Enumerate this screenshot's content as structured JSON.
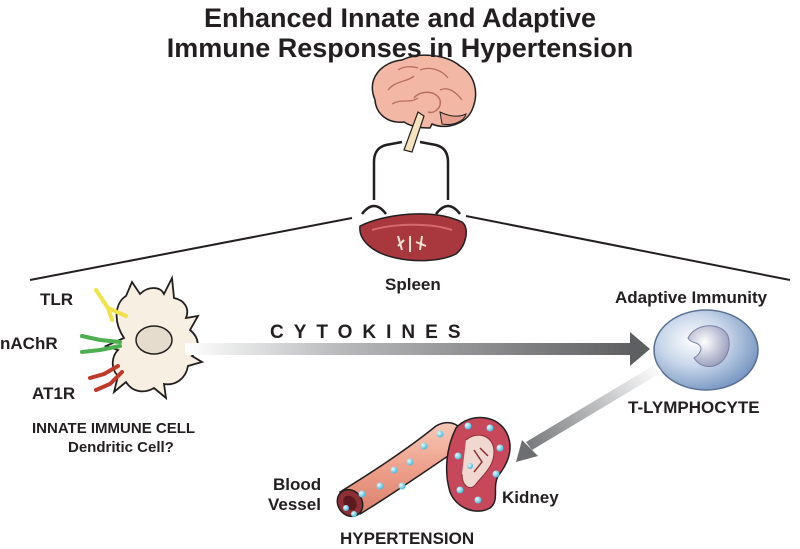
{
  "title": {
    "line1": "Enhanced Innate and Adaptive",
    "line2": "Immune Responses in Hypertension"
  },
  "labels": {
    "spleen": "Spleen",
    "tlr": "TLR",
    "nachr": "nAChR",
    "at1r": "AT1R",
    "innate_cell": "INNATE IMMUNE CELL",
    "dendritic": "Dendritic Cell?",
    "cytokines": "CYTOKINES",
    "adaptive": "Adaptive Immunity",
    "t_lymphocyte": "T-LYMPHOCYTE",
    "blood": "Blood",
    "vessel": "Vessel",
    "kidney": "Kidney",
    "hypertension": "HYPERTENSION"
  },
  "colors": {
    "tlr_receptor": "#f2e24a",
    "nachr_receptor": "#4caf50",
    "at1r_receptor": "#c0392b",
    "brain": "#f3b7a6",
    "spleen": "#a8383d",
    "kidney": "#c7485a",
    "vessel": "#f0a893",
    "t_cell": "#a7bedb",
    "arrow": "#6d6e71"
  }
}
